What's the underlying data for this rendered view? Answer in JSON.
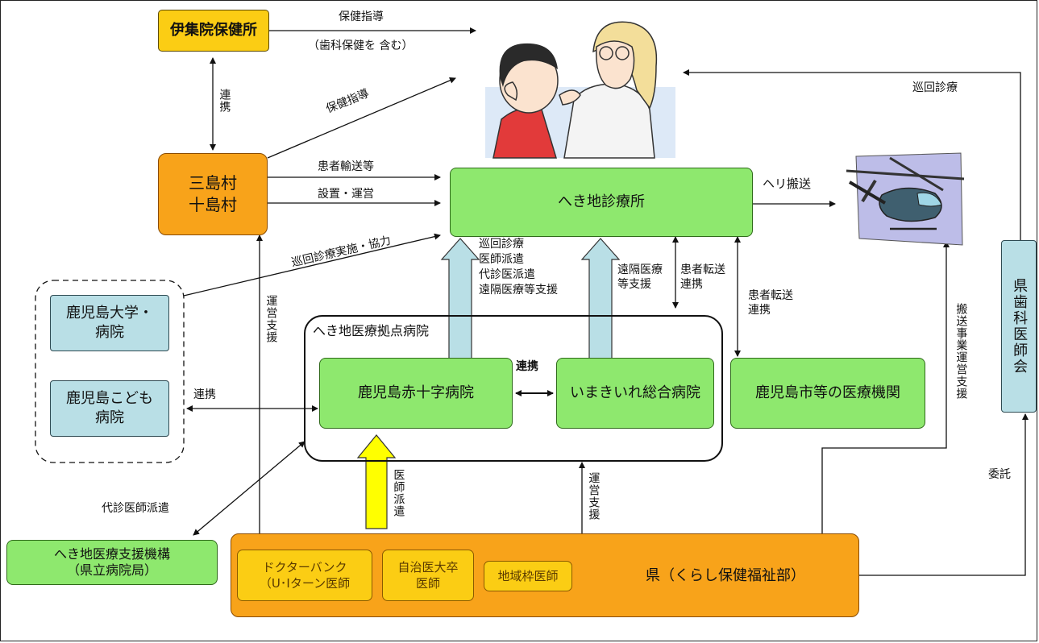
{
  "nodes": {
    "ijuin": "伊集院保健所",
    "mishima": "三島村\n十島村",
    "clinic": "へき地診療所",
    "kagoshima_univ": "鹿児島大学・\n病院",
    "kodomo": "鹿児島こども\n病院",
    "hub_title": "へき地医療拠点病院",
    "red_cross": "鹿児島赤十字病院",
    "imakiire": "いまきいれ総合病院",
    "city_inst": "鹿児島市等の医療機関",
    "support_org": "へき地医療支援機構\n（県立病院局）",
    "doctor_bank": "ドクターバンク\n（U･Iターン医師",
    "jichi": "自治医大卒\n医師",
    "chiiki": "地域枠医師",
    "prefecture": "県（くらし保健福祉部）",
    "dental_assoc": "県歯科医師会"
  },
  "labels": {
    "hoken_shido_top": "保健指導",
    "shika_hoken": "（歯科保健を 含む）",
    "renkei_ijuin": "連携",
    "hoken_shido_diag": "保健指導",
    "kanja_yuso": "患者輸送等",
    "setchi_unei": "設置・運営",
    "junkai_kyoryoku": "巡回診療実施・協力",
    "heli": "ヘリ搬送",
    "junkai_dental": "巡回診療",
    "support_list": "巡回診療\n医師派遣\n代診医派遣\n遠隔医療等支援",
    "enkaku": "遠隔医療\n等支援",
    "tenso1": "患者転送\n連携",
    "tenso2": "患者転送\n連携",
    "unei_shien_left": "運営支援",
    "renkei_hub": "連携",
    "renkei_kodomo": "連携",
    "daishin": "代診医師派遣",
    "ishi_haken": "医師派遣",
    "unei_shien_bottom": "運営支援",
    "hanso_shien": "搬送事業運営支援",
    "itaku": "委託"
  },
  "icons": {
    "illustration": "doctor-examining-child-icon",
    "helicopter": "helicopter-icon"
  },
  "colors": {
    "green": "#8ee86e",
    "yellow": "#fbcd14",
    "orange": "#f8a31a",
    "blue": "#b9dfe6",
    "arrow_blue": "#b9dfe6",
    "arrow_yellow": "#ffff00"
  }
}
